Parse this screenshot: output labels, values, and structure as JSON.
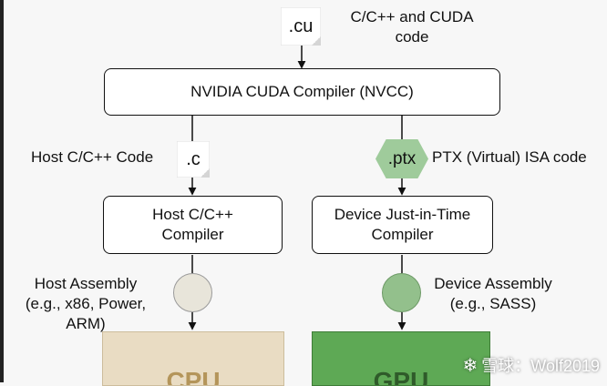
{
  "nodes": {
    "cu_file": ".cu",
    "cu_desc_line1": "C/C++ and CUDA",
    "cu_desc_line2": "code",
    "nvcc": "NVIDIA CUDA Compiler (NVCC)",
    "host_code_label": "Host C/C++ Code",
    "c_file": ".c",
    "ptx_file": ".ptx",
    "ptx_label": "PTX (Virtual) ISA code",
    "host_compiler_line1": "Host C/C++",
    "host_compiler_line2": "Compiler",
    "device_compiler_line1": "Device Just-in-Time",
    "device_compiler_line2": "Compiler",
    "host_asm_line1": "Host Assembly",
    "host_asm_line2": "(e.g., x86, Power,",
    "host_asm_line3": "ARM)",
    "device_asm_line1": "Device Assembly",
    "device_asm_line2": "(e.g., SASS)",
    "cpu": "CPU",
    "gpu": "GPU"
  },
  "watermark": "雪球：Wolf2019",
  "colors": {
    "ptx_fill": "#9fcb9b",
    "host_asm_fill": "#e8e5da",
    "device_asm_fill": "#93c08c",
    "cpu_fill": "#e9dcc3",
    "gpu_fill": "#5ea955"
  }
}
